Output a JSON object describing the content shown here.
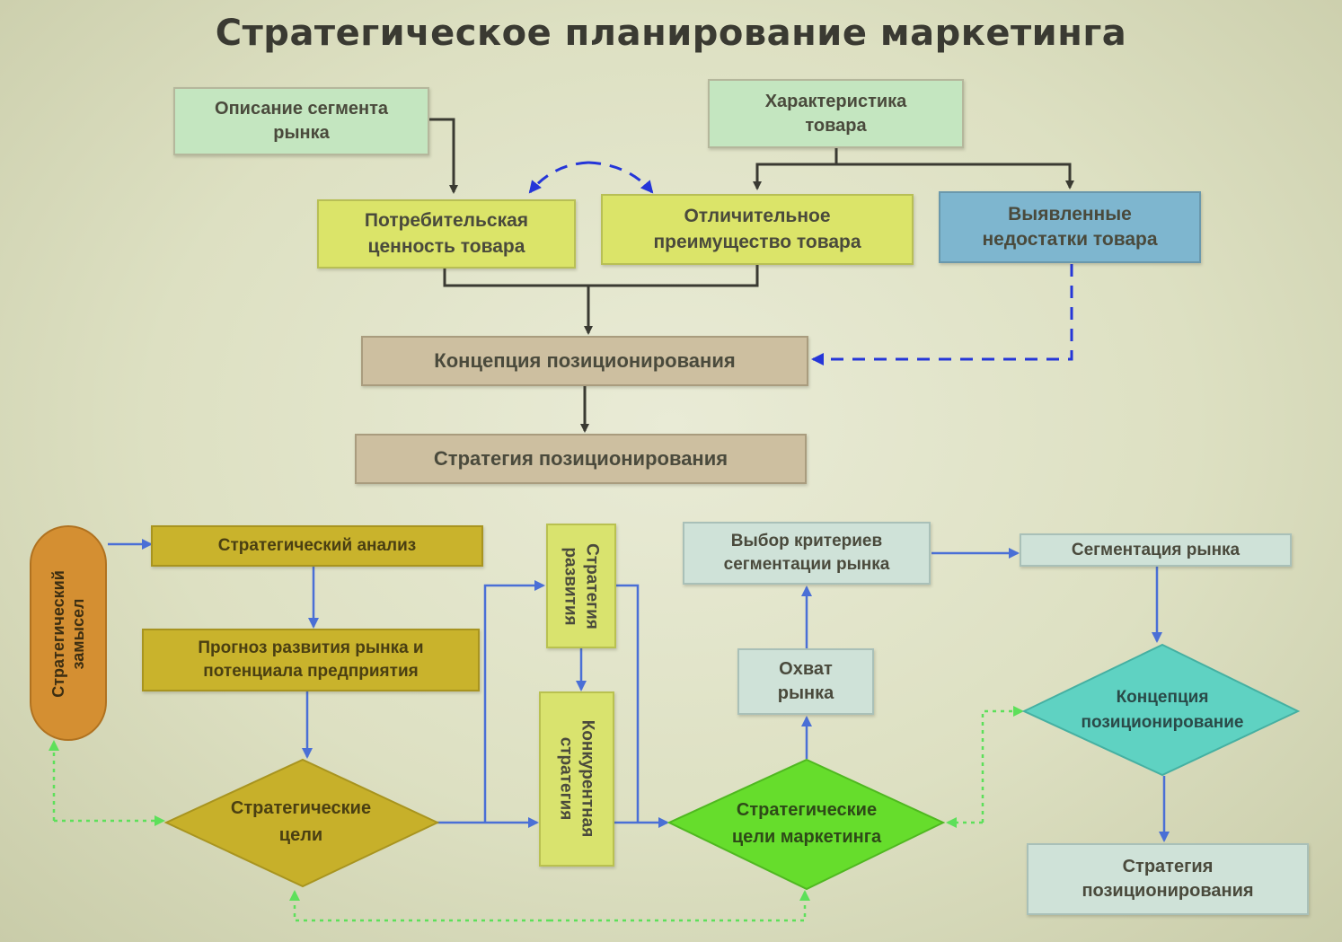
{
  "title": "Стратегическое планирование маркетинга",
  "top": {
    "segment_description": [
      "Описание сегмента",
      "рынка"
    ],
    "product_characteristic": [
      "Характеристика",
      "товара"
    ],
    "consumer_value": [
      "Потребительская",
      "ценность товара"
    ],
    "distinctive_advantage": [
      "Отличительное",
      "преимущество товара"
    ],
    "identified_shortcomings": [
      "Выявленные",
      "недостатки товара"
    ],
    "positioning_concept": "Концепция позиционирования",
    "positioning_strategy": "Стратегия позиционирования"
  },
  "bottom": {
    "strategic_intent": [
      "Стратегический",
      "замысел"
    ],
    "strategic_analysis": "Стратегический анализ",
    "forecast": [
      "Прогноз развития рынка и",
      "потенциала предприятия"
    ],
    "strategic_goals": [
      "Стратегические",
      "цели"
    ],
    "development_strategy": [
      "Стратегия",
      "развития"
    ],
    "competitive_strategy": [
      "Конкурентная",
      "стратегия"
    ],
    "marketing_goals": [
      "Стратегические",
      "цели маркетинга"
    ],
    "market_coverage": [
      "Охват",
      "рынка"
    ],
    "segmentation_criteria": [
      "Выбор критериев",
      "сегментации рынка"
    ],
    "market_segmentation": "Сегментация рынка",
    "positioning_concept_2": [
      "Концепция",
      "позиционирование"
    ],
    "positioning_strategy_2": [
      "Стратегия",
      "позиционирования"
    ]
  },
  "colors": {
    "arrow_dark": "#3a3a32",
    "arrow_blue": "#4a6fd6",
    "dash_blue": "#2536d8",
    "dot_green": "#5de05a"
  }
}
